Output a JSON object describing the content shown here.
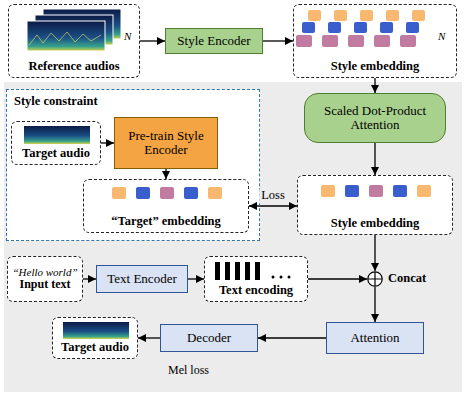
{
  "diagram": {
    "nodes": [
      {
        "text": [
          "Reference audios"
        ]
      },
      {
        "text": [
          "Style Encoder"
        ]
      },
      {
        "text": [
          "Style embedding"
        ]
      },
      {
        "text": [
          "Scaled Dot-Product Attention"
        ]
      },
      {
        "text": [
          "Style constraint"
        ]
      },
      {
        "text": [
          "Target audio"
        ],
        "in": 4
      },
      {
        "text": [
          "Pre-train Style Encoder"
        ],
        "in": 4
      },
      {
        "text": [
          "“Target” embedding"
        ],
        "in": 4
      },
      {
        "text": [
          "Style embedding"
        ]
      },
      {
        "text": [
          "“Hello world”",
          "Input text"
        ]
      },
      {
        "text": [
          "Text Encoder"
        ]
      },
      {
        "text": [
          "Text encoding"
        ]
      },
      {
        "text": [
          "Concat"
        ]
      },
      {
        "text": [
          "Attention"
        ]
      },
      {
        "text": [
          "Decoder"
        ]
      },
      {
        "text": [
          "Target audio"
        ]
      }
    ],
    "edges": [
      {
        "from": 0,
        "to": 1,
        "arrow": "to"
      },
      {
        "from": 1,
        "to": 2,
        "arrow": "to"
      },
      {
        "from": 2,
        "to": 3,
        "arrow": "to"
      },
      {
        "from": 3,
        "to": 8,
        "arrow": "to"
      },
      {
        "from": 5,
        "to": 6,
        "arrow": "to"
      },
      {
        "from": 6,
        "to": 7,
        "arrow": "to"
      },
      {
        "from": 7,
        "to": 8,
        "label": "Loss",
        "arrow": "both"
      },
      {
        "from": 9,
        "to": 10,
        "arrow": "to"
      },
      {
        "from": 10,
        "to": 11,
        "arrow": "to"
      },
      {
        "from": 11,
        "to": 12,
        "arrow": "to"
      },
      {
        "from": 8,
        "to": 12,
        "arrow": "to"
      },
      {
        "from": 12,
        "to": 13,
        "arrow": "to"
      },
      {
        "from": 13,
        "to": 14,
        "arrow": "to"
      },
      {
        "from": 14,
        "to": 15,
        "arrow": "to"
      }
    ],
    "labels": [
      "N",
      "N",
      "Mel loss"
    ]
  }
}
